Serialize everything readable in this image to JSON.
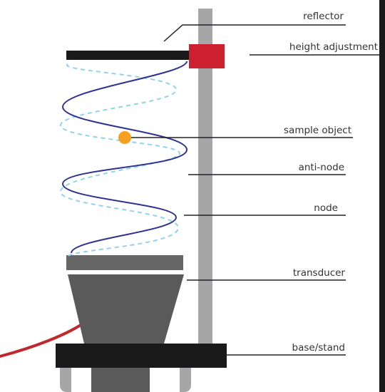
{
  "labels": {
    "reflector": "reflector",
    "height_adjustment": "height adjustment",
    "sample_object": "sample object",
    "anti_node": "anti-node",
    "node": "node",
    "transducer": "transducer",
    "base_stand": "base/stand"
  },
  "colors": {
    "pole": "#a6a6a8",
    "reflector": "#1a1a1a",
    "height_block": "#cc1f30",
    "wave_solid": "#2e3190",
    "wave_dashed": "#8fd3ec",
    "sample": "#f6a021",
    "transducer_plate": "#666666",
    "transducer_cone": "#5a5a5a",
    "base": "#1a1a1a",
    "cable": "#c1272d",
    "feet": "#a6a6a8",
    "leader": "#222222",
    "edge_bar": "#1a1a1a"
  }
}
